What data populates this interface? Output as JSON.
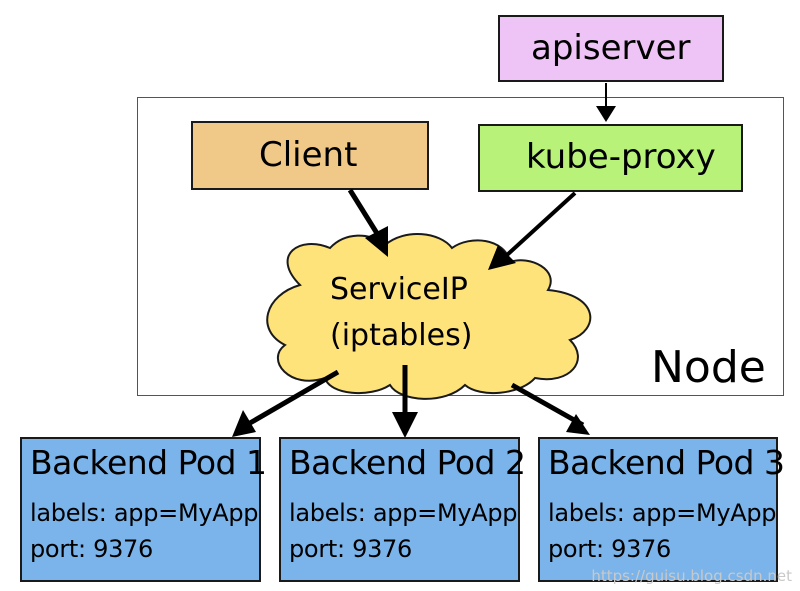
{
  "apiserver": {
    "label": "apiserver",
    "color": "#eec3f5"
  },
  "node": {
    "label": "Node"
  },
  "client": {
    "label": "Client",
    "color": "#f0c989"
  },
  "kube_proxy": {
    "label": "kube-proxy",
    "color": "#b9f279"
  },
  "service": {
    "line1": "ServiceIP",
    "line2": "(iptables)",
    "color": "#fee27a"
  },
  "pods": [
    {
      "title": "Backend Pod 1",
      "labels": "labels: app=MyApp",
      "port": "port: 9376"
    },
    {
      "title": "Backend Pod 2",
      "labels": "labels: app=MyApp",
      "port": "port: 9376"
    },
    {
      "title": "Backend Pod 3",
      "labels": "labels: app=MyApp",
      "port": "port: 9376"
    }
  ],
  "pod_color": "#7ab4ea",
  "watermark": "https://guisu.blog.csdn.net"
}
